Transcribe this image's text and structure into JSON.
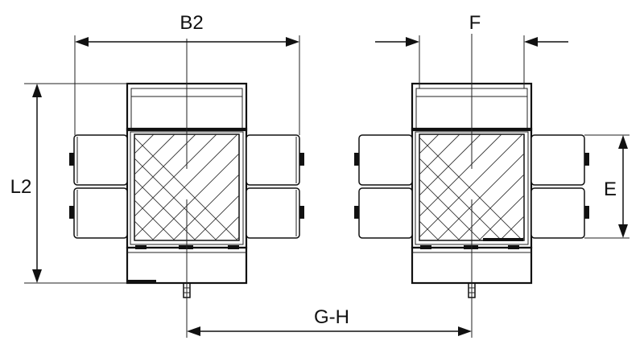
{
  "diagram": {
    "labels": {
      "b2": "B2",
      "f": "F",
      "l2": "L2",
      "e": "E",
      "gh": "G-H"
    }
  }
}
